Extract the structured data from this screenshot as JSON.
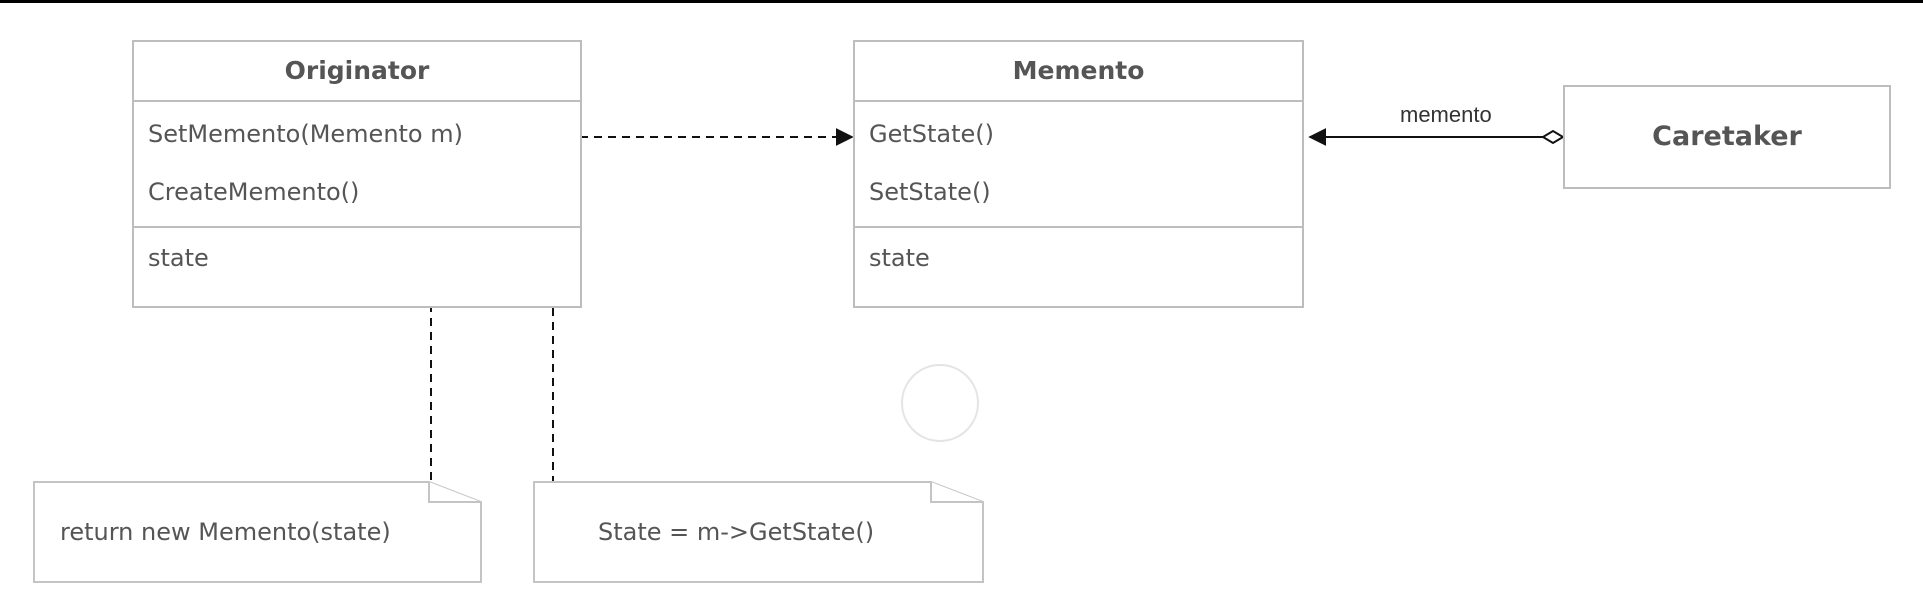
{
  "originator": {
    "name": "Originator",
    "operations": [
      "SetMemento(Memento m)",
      "CreateMemento()"
    ],
    "attributes": [
      "state"
    ]
  },
  "memento": {
    "name": "Memento",
    "operations": [
      "GetState()",
      "SetState()"
    ],
    "attributes": [
      "state"
    ]
  },
  "caretaker": {
    "name": "Caretaker"
  },
  "association": {
    "label": "memento"
  },
  "notes": {
    "create_memento": "return new Memento(state)",
    "set_memento": "State = m->GetState()"
  }
}
